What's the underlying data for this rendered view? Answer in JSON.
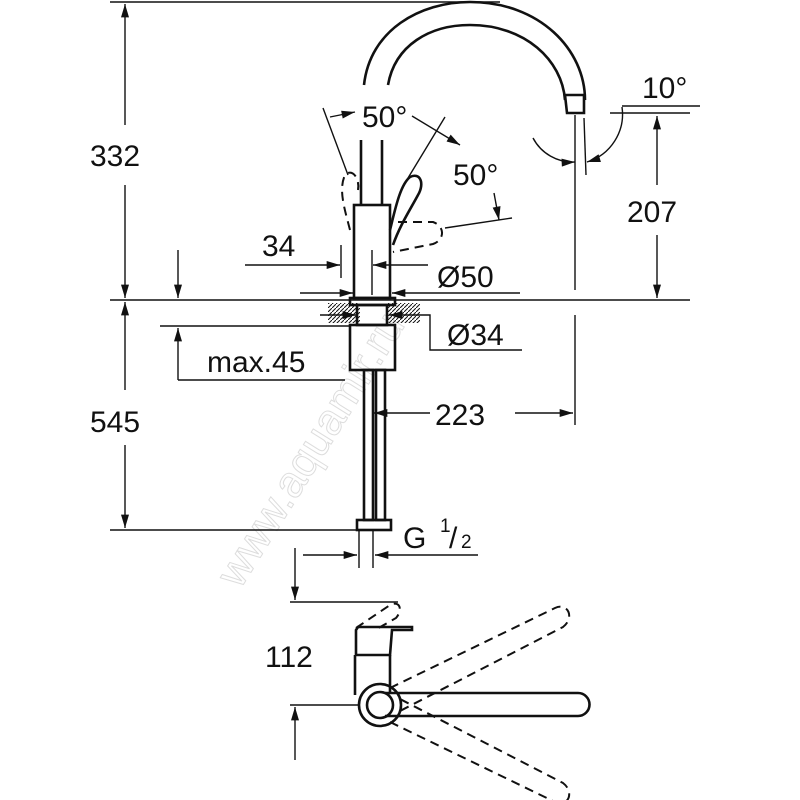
{
  "drawing": {
    "watermark": "www.aquamir.ru",
    "dimensions": {
      "total_height": "332",
      "below_counter": "545",
      "spout_height": "207",
      "spout_reach": "223",
      "spout_angle": "10°",
      "lever_angle_side": "50°",
      "lever_angle_front": "50°",
      "lever_offset": "34",
      "base_diameter": "Ø50",
      "hole_diameter": "Ø34",
      "max_thickness": "max.45",
      "connection_thread": "G",
      "thread_fraction_num": "1",
      "thread_fraction_den": "2",
      "top_view_depth": "112"
    }
  }
}
